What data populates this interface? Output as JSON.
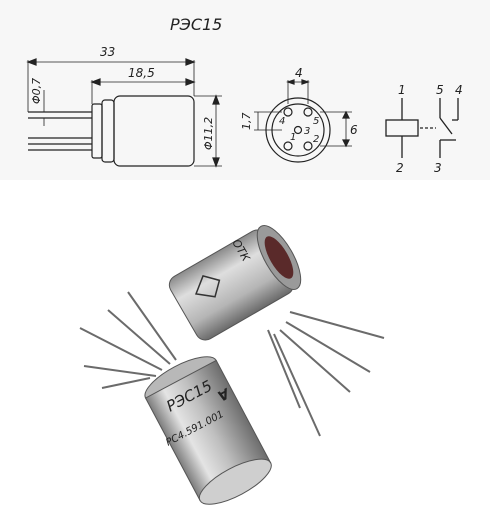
{
  "title": "РЭС15",
  "dims": {
    "overall_length": "33",
    "body_length": "18,5",
    "pin_diameter": "Φ0,7",
    "body_diameter": "Φ11,2",
    "pin_spacing_h": "4",
    "pin_spacing_v": "6",
    "pin_offset": "1,7"
  },
  "pins": [
    "1",
    "2",
    "3",
    "4",
    "5"
  ],
  "schematic": {
    "coil_top": "1",
    "coil_bottom": "2",
    "c5": "5",
    "c4": "4",
    "c3": "3"
  },
  "photo_markings": {
    "relay_a_name": "РЭС15",
    "relay_a_code": "РС4.591.001",
    "relay_a_letter": "А",
    "relay_b_mark": "ОТК"
  }
}
